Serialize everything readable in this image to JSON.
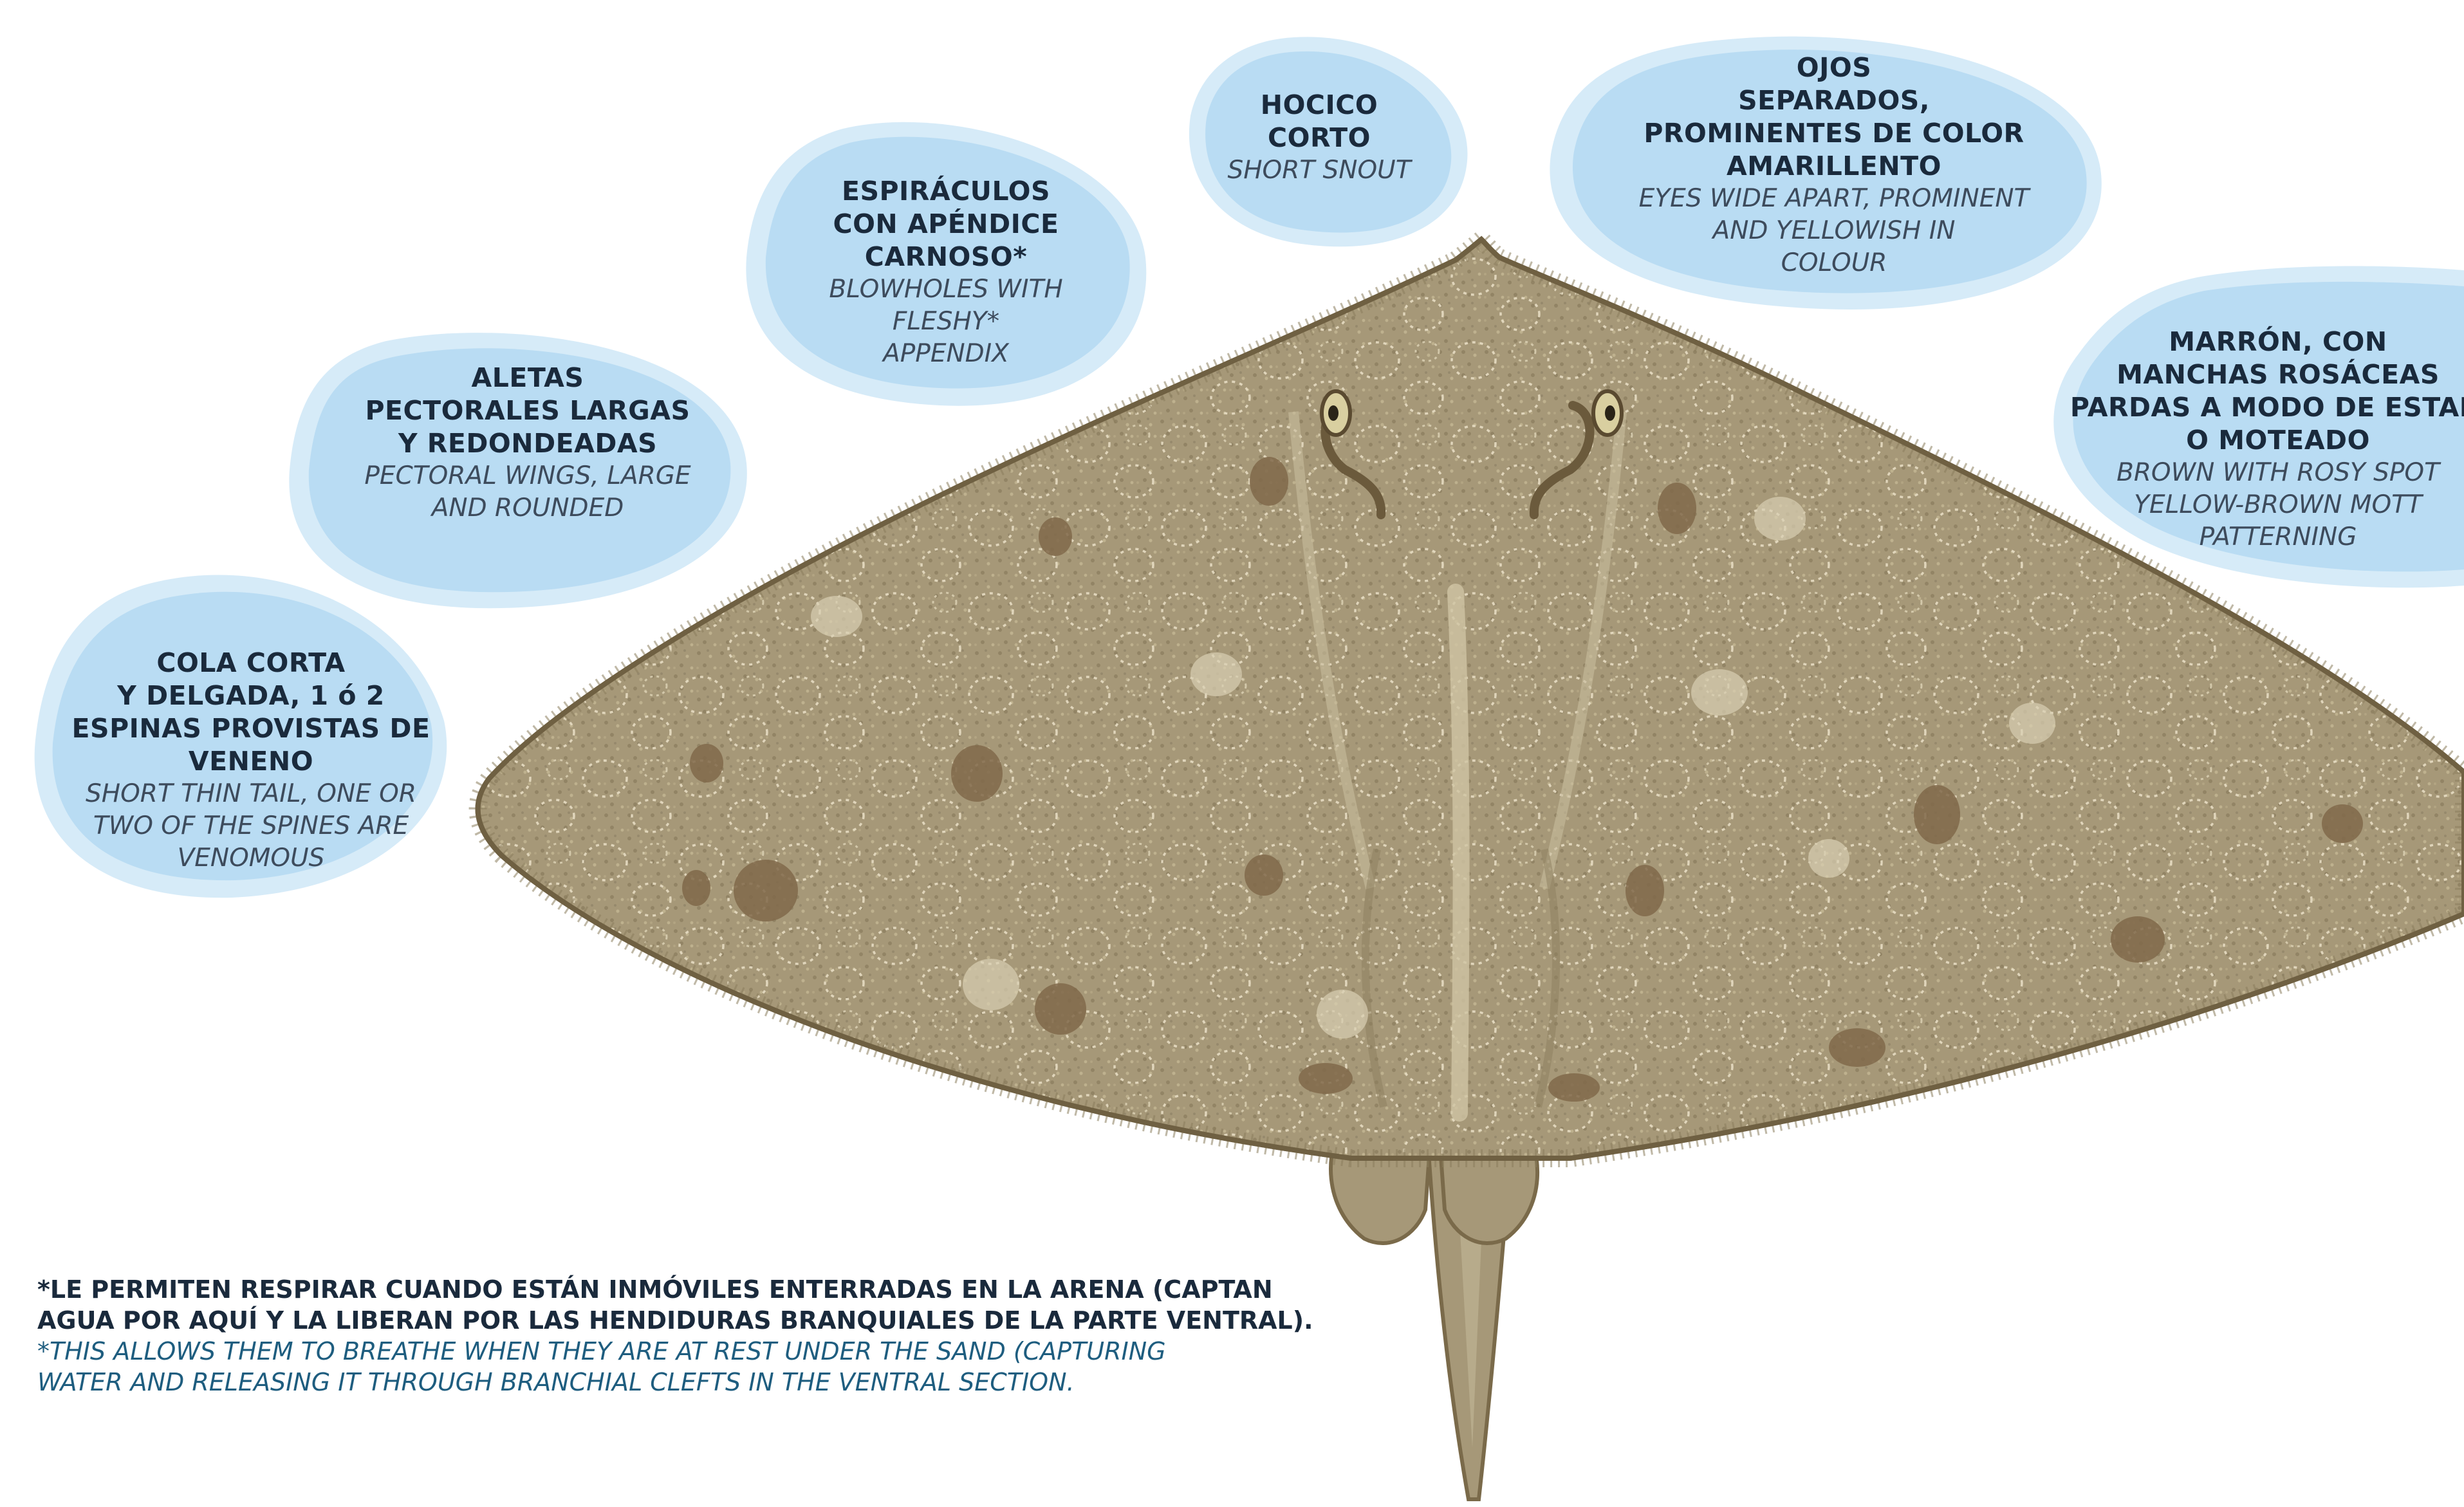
{
  "colors": {
    "bubble_outer": "#d6ebf8",
    "bubble_inner": "#b9dcf3",
    "ray_body": "#a69878",
    "ray_outline": "#7a6a4a",
    "ray_spots": "#80694a",
    "footnote_en": "#1e5d7f"
  },
  "callouts": [
    {
      "id": "tail",
      "es": [
        "COLA CORTA",
        "Y DELGADA, 1 ó 2",
        "ESPINAS PROVISTAS DE",
        "VENENO"
      ],
      "en": [
        "SHORT THIN TAIL, ONE OR",
        "TWO OF THE SPINES ARE",
        "VENOMOUS"
      ]
    },
    {
      "id": "pectoral",
      "es": [
        "ALETAS",
        "PECTORALES LARGAS",
        "Y REDONDEADAS"
      ],
      "en": [
        "PECTORAL WINGS, LARGE",
        "AND ROUNDED"
      ]
    },
    {
      "id": "spiracles",
      "es": [
        "ESPIRÁCULOS",
        "CON APÉNDICE",
        "CARNOSO*"
      ],
      "en": [
        "BLOWHOLES WITH",
        "FLESHY*",
        "APPENDIX"
      ]
    },
    {
      "id": "snout",
      "es": [
        "HOCICO",
        "CORTO"
      ],
      "en": [
        "SHORT SNOUT"
      ]
    },
    {
      "id": "eyes",
      "es": [
        "OJOS",
        "SEPARADOS,",
        "PROMINENTES DE COLOR",
        "AMARILLENTO"
      ],
      "en": [
        "EYES WIDE APART, PROMINENT",
        "AND YELLOWISH IN",
        "COLOUR"
      ]
    },
    {
      "id": "color",
      "es": [
        "MARRÓN, CON",
        "MANCHAS ROSÁCEAS",
        "PARDAS A MODO DE ESTAM",
        "O MOTEADO"
      ],
      "en": [
        "BROWN WITH ROSY SPOT",
        "YELLOW-BROWN MOTT",
        "PATTERNING"
      ]
    }
  ],
  "footnote": {
    "es": [
      "*LE PERMITEN RESPIRAR CUANDO ESTÁN INMÓVILES ENTERRADAS EN LA ARENA (CAPTAN",
      "AGUA POR AQUÍ Y LA LIBERAN POR LAS HENDIDURAS BRANQUIALES DE LA PARTE VENTRAL)."
    ],
    "en": [
      "*THIS ALLOWS THEM TO BREATHE WHEN THEY ARE AT REST UNDER THE SAND (CAPTURING",
      "WATER AND RELEASING IT THROUGH BRANCHIAL CLEFTS IN THE VENTRAL SECTION."
    ]
  }
}
